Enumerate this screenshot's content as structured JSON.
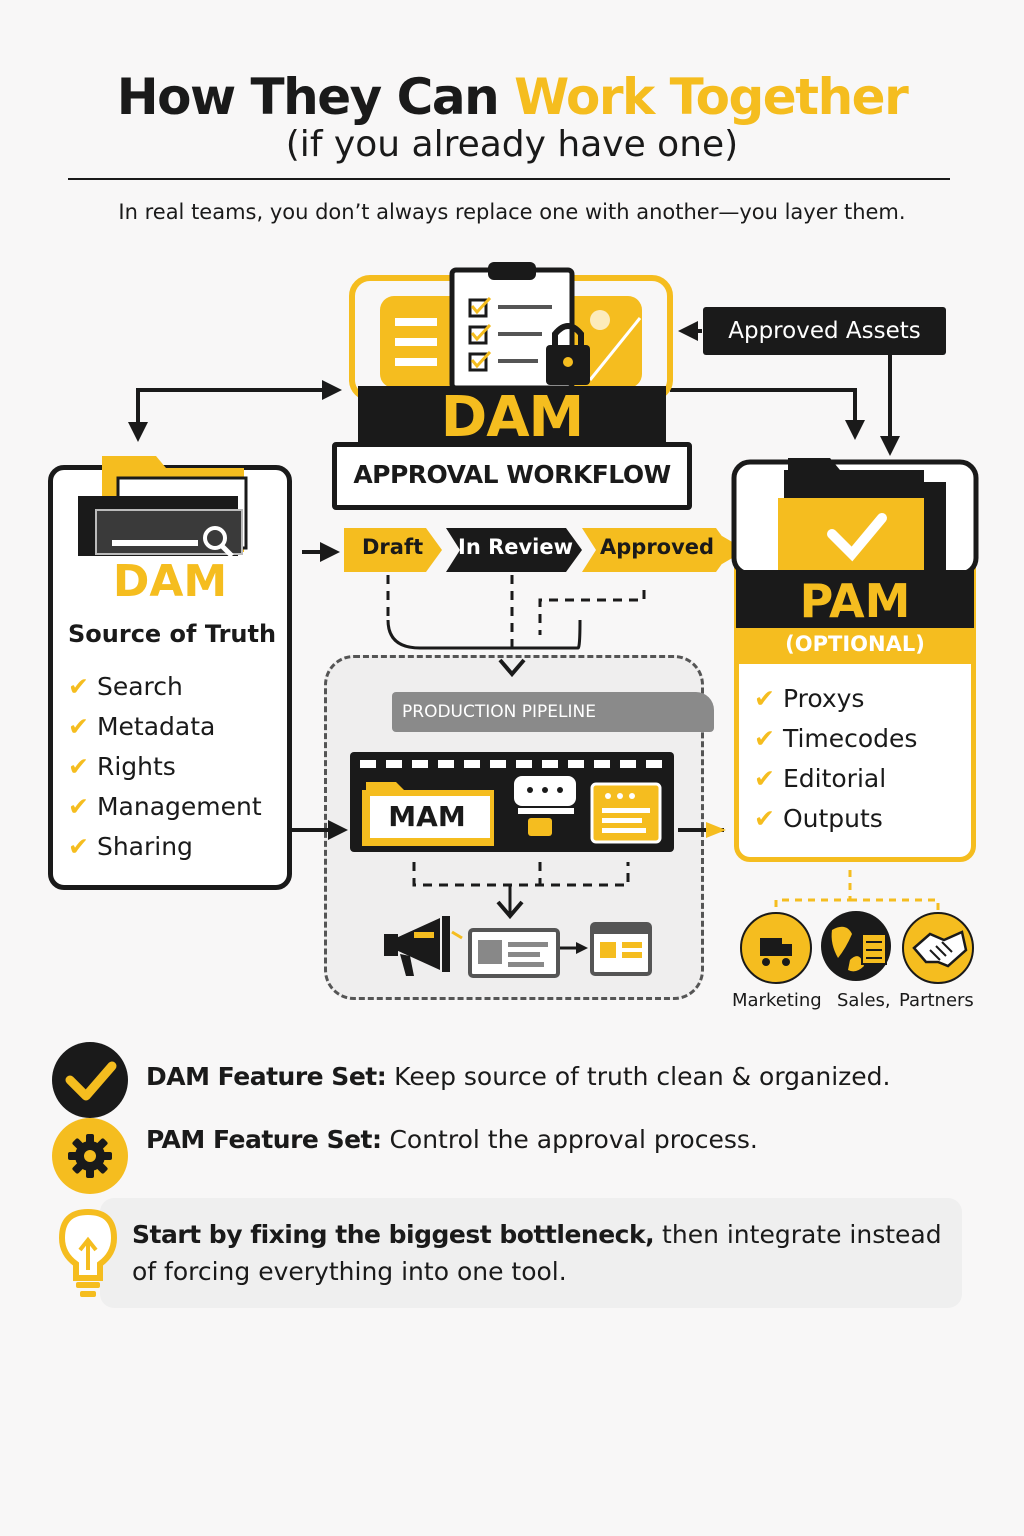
{
  "header": {
    "title_plain": "How They Can",
    "title_accent": "Work Together",
    "subtitle": "(if you already have one)",
    "intro": "In real teams, you don’t always replace one with another—you layer them."
  },
  "dam_left": {
    "name": "DAM",
    "role": "Source of Truth",
    "features": [
      "Search",
      "Metadata",
      "Rights",
      "Management",
      "Sharing"
    ]
  },
  "dam_top": {
    "name": "DAM",
    "subtitle": "APPROVAL WORKFLOW"
  },
  "approved_assets": "Approved Assets",
  "stages": [
    "Draft",
    "In Review",
    "Approved"
  ],
  "pam": {
    "name": "PAM",
    "tag": "(OPTIONAL)",
    "features": [
      "Proxys",
      "Timecodes",
      "Editorial",
      "Outputs"
    ]
  },
  "pipeline": {
    "label": "PRODUCTION PIPELINE",
    "mam": "MAM"
  },
  "audiences": [
    "Marketing",
    "Sales,",
    "Partners"
  ],
  "legend": [
    {
      "key": "DAM Feature Set:",
      "text": "Keep source of truth clean & organized.",
      "icon": "check-icon"
    },
    {
      "key": "PAM Feature Set:",
      "text": "Control the approval process.",
      "icon": "gear-icon"
    }
  ],
  "tip": {
    "bold": "Start by fixing the biggest bottleneck,",
    "rest": "then integrate instead of forcing everything into one tool.",
    "icon": "lightbulb-icon"
  },
  "colors": {
    "accent": "#f5bd1f",
    "dark": "#1a1a1a",
    "gray": "#8a8a8a",
    "background": "#f8f7f7"
  }
}
